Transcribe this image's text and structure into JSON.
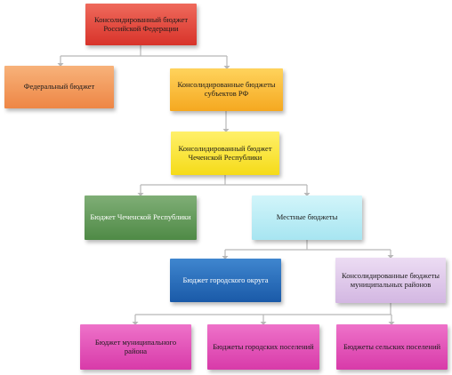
{
  "diagram": {
    "nodes": {
      "root": "Консолидированный бюджет Российской Федерации",
      "federal": "Федеральный бюджет",
      "subjects": "Консолидированные бюджеты субъектов РФ",
      "chechen_consolidated": "Консолидированный бюджет Чеченской Республики",
      "chechen_republic": "Бюджет Чеченской Республики",
      "local": "Местные бюджеты",
      "city_district": "Бюджет городского округа",
      "municipal_districts": "Консолидированные бюджеты муниципальных районов",
      "municipal_district_budget": "Бюджет муниципального района",
      "urban_settlements": "Бюджеты городских поселений",
      "rural_settlements": "Бюджеты сельских поселений"
    },
    "colors": {
      "root": "#e04a3e",
      "federal": "#f39a5e",
      "subjects": "#fbbf3c",
      "chechen_consolidated": "#f9e63a",
      "chechen_republic": "#5f9a56",
      "local": "#bbeef6",
      "city_district": "#2a6fbd",
      "municipal_districts": "#dfc8ea",
      "leaf": "#e455b8",
      "connector": "#b8b8b8"
    }
  }
}
